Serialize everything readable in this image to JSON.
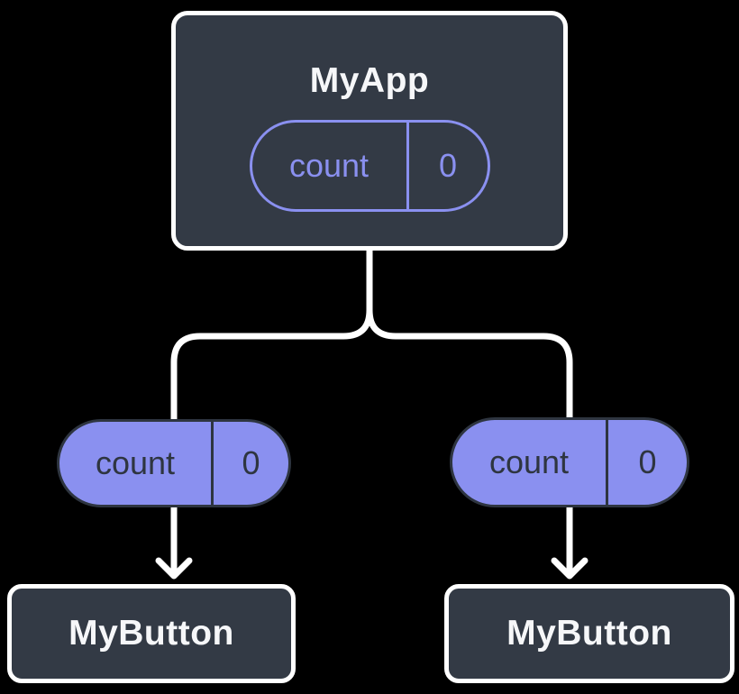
{
  "colors": {
    "background": "#000000",
    "card": "#333A45",
    "connector": "#FFFFFF",
    "accent_purple": "#8A90F0",
    "pill_ink": "#2E3540",
    "title_text": "#F6F7F9"
  },
  "root": {
    "title": "MyApp",
    "state_pill": {
      "label": "count",
      "value": "0"
    }
  },
  "children": [
    {
      "pill": {
        "label": "count",
        "value": "0"
      },
      "title": "MyButton"
    },
    {
      "pill": {
        "label": "count",
        "value": "0"
      },
      "title": "MyButton"
    }
  ]
}
